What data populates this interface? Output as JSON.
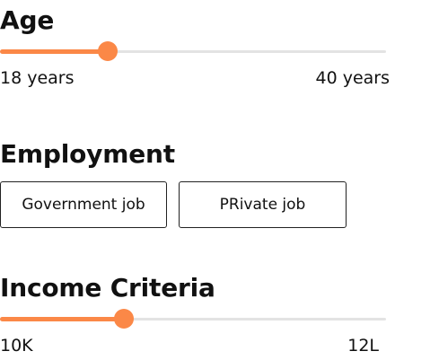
{
  "age": {
    "title": "Age",
    "min_label": "18 years",
    "max_label": "40 years",
    "value_fraction": 0.28
  },
  "employment": {
    "title": "Employment",
    "options": [
      "Government job",
      "PRivate job"
    ]
  },
  "income": {
    "title": "Income Criteria",
    "min_label": "10K",
    "max_label": "12L",
    "value_fraction": 0.32
  },
  "colors": {
    "accent": "#fb8847",
    "track": "#e3e3e3",
    "text": "#111111"
  }
}
